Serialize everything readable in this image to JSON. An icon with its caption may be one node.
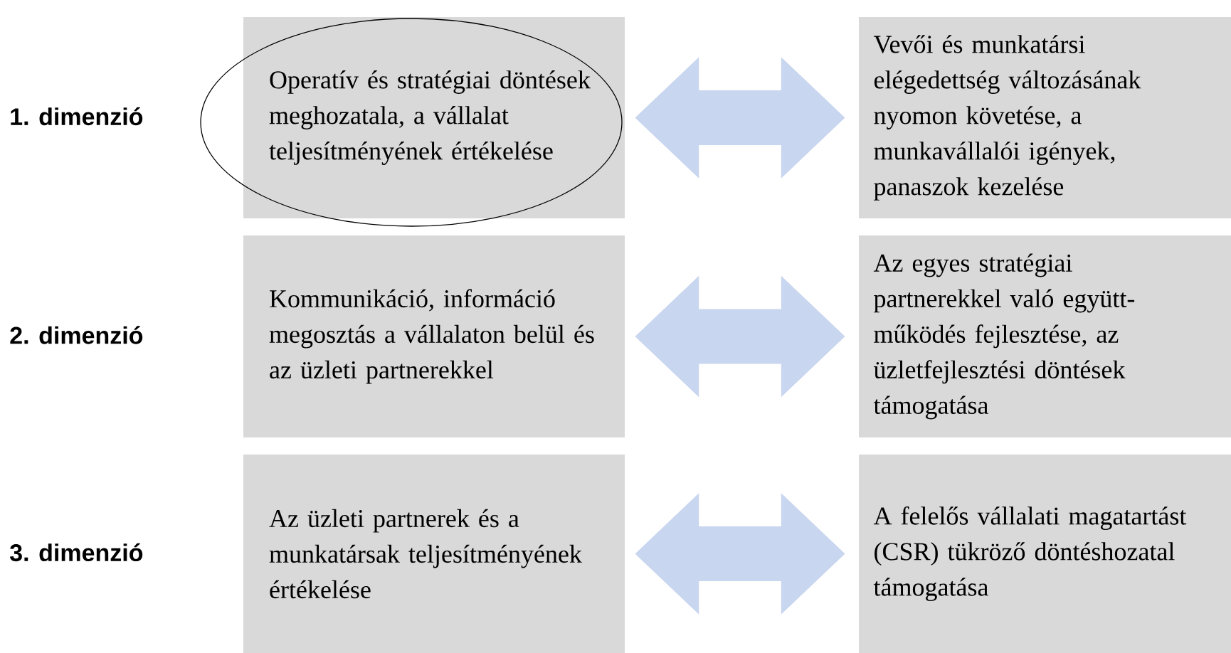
{
  "diagram": {
    "nodes": [
      {
        "text": [
          "Operatív és stratégiai döntések meghozatala, a vállalat teljesítményének értékelése"
        ]
      },
      {
        "text": [
          "Vevői és munkatársi elégedettség változásának nyomon követése, a munkavállalói igények, panaszok kezelése"
        ]
      },
      {
        "text": [
          "Kommunikáció, információ megosztás a vállalaton belül és az üzleti partnerekkel"
        ]
      },
      {
        "text": [
          "Az egyes stratégiai partnerekkel való együtt-működés fejlesztése, az üzletfejlesztési döntések támogatása"
        ]
      },
      {
        "text": [
          "Az üzleti partnerek és a munkatársak teljesítményének értékelése"
        ]
      },
      {
        "text": [
          "A felelős vállalati magatartást (CSR) tükröző döntéshozatal támogatása"
        ]
      }
    ],
    "edges": [
      {
        "from": 0,
        "to": 1,
        "arrow": "both"
      },
      {
        "from": 2,
        "to": 3,
        "arrow": "both"
      },
      {
        "from": 4,
        "to": 5,
        "arrow": "both"
      }
    ],
    "labels": [
      "1. dimenzió",
      "2. dimenzió",
      "3. dimenzió"
    ]
  }
}
